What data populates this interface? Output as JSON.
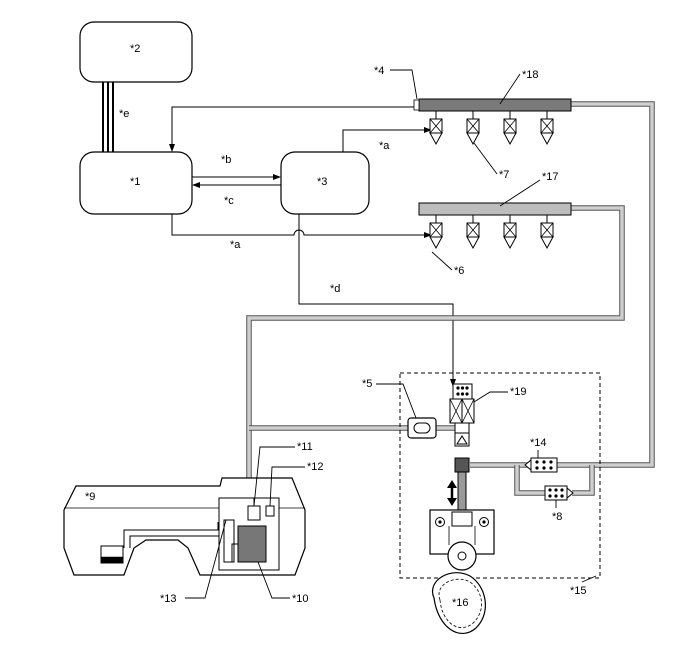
{
  "labels": {
    "l1": "*1",
    "l2": "*2",
    "l3": "*3",
    "l4": "*4",
    "l5": "*5",
    "l6": "*6",
    "l7": "*7",
    "l8": "*8",
    "l9": "*9",
    "l10": "*10",
    "l11": "*11",
    "l12": "*12",
    "l13": "*13",
    "l14": "*14",
    "l15": "*15",
    "l16": "*16",
    "l17": "*17",
    "l18": "*18",
    "l19": "*19",
    "la1": "*a",
    "la2": "*a",
    "lb": "*b",
    "lc": "*c",
    "ld": "*d",
    "le": "*e"
  },
  "colors": {
    "fuel_pipe_outline": "#555555",
    "fuel_pipe_fill": "#cfcfcf",
    "rail_low_pressure": "#bdbdbd",
    "rail_high_pressure": "#7a7a7a"
  }
}
